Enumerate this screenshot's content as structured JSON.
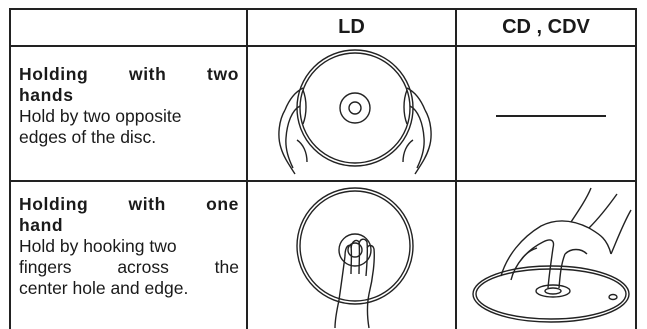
{
  "table": {
    "headers": [
      "",
      "LD",
      "CD , CDV"
    ],
    "rows": [
      {
        "title": "Holding with two hands",
        "title_lines": [
          "Holding with two",
          "hands"
        ],
        "body_lines": [
          "Hold by two opposite",
          "edges of the disc."
        ],
        "ld_illustration": "two-hands-holding-ld-icon",
        "cd_cell": "dash-line"
      },
      {
        "title": "Holding with one hand",
        "title_lines": [
          "Holding with one",
          "hand"
        ],
        "body_lines": [
          "Hold by hooking two",
          "fingers across the",
          "center hole and edge."
        ],
        "ld_illustration": "one-hand-holding-ld-icon",
        "cd_illustration": "hand-holding-cd-icon"
      }
    ]
  }
}
